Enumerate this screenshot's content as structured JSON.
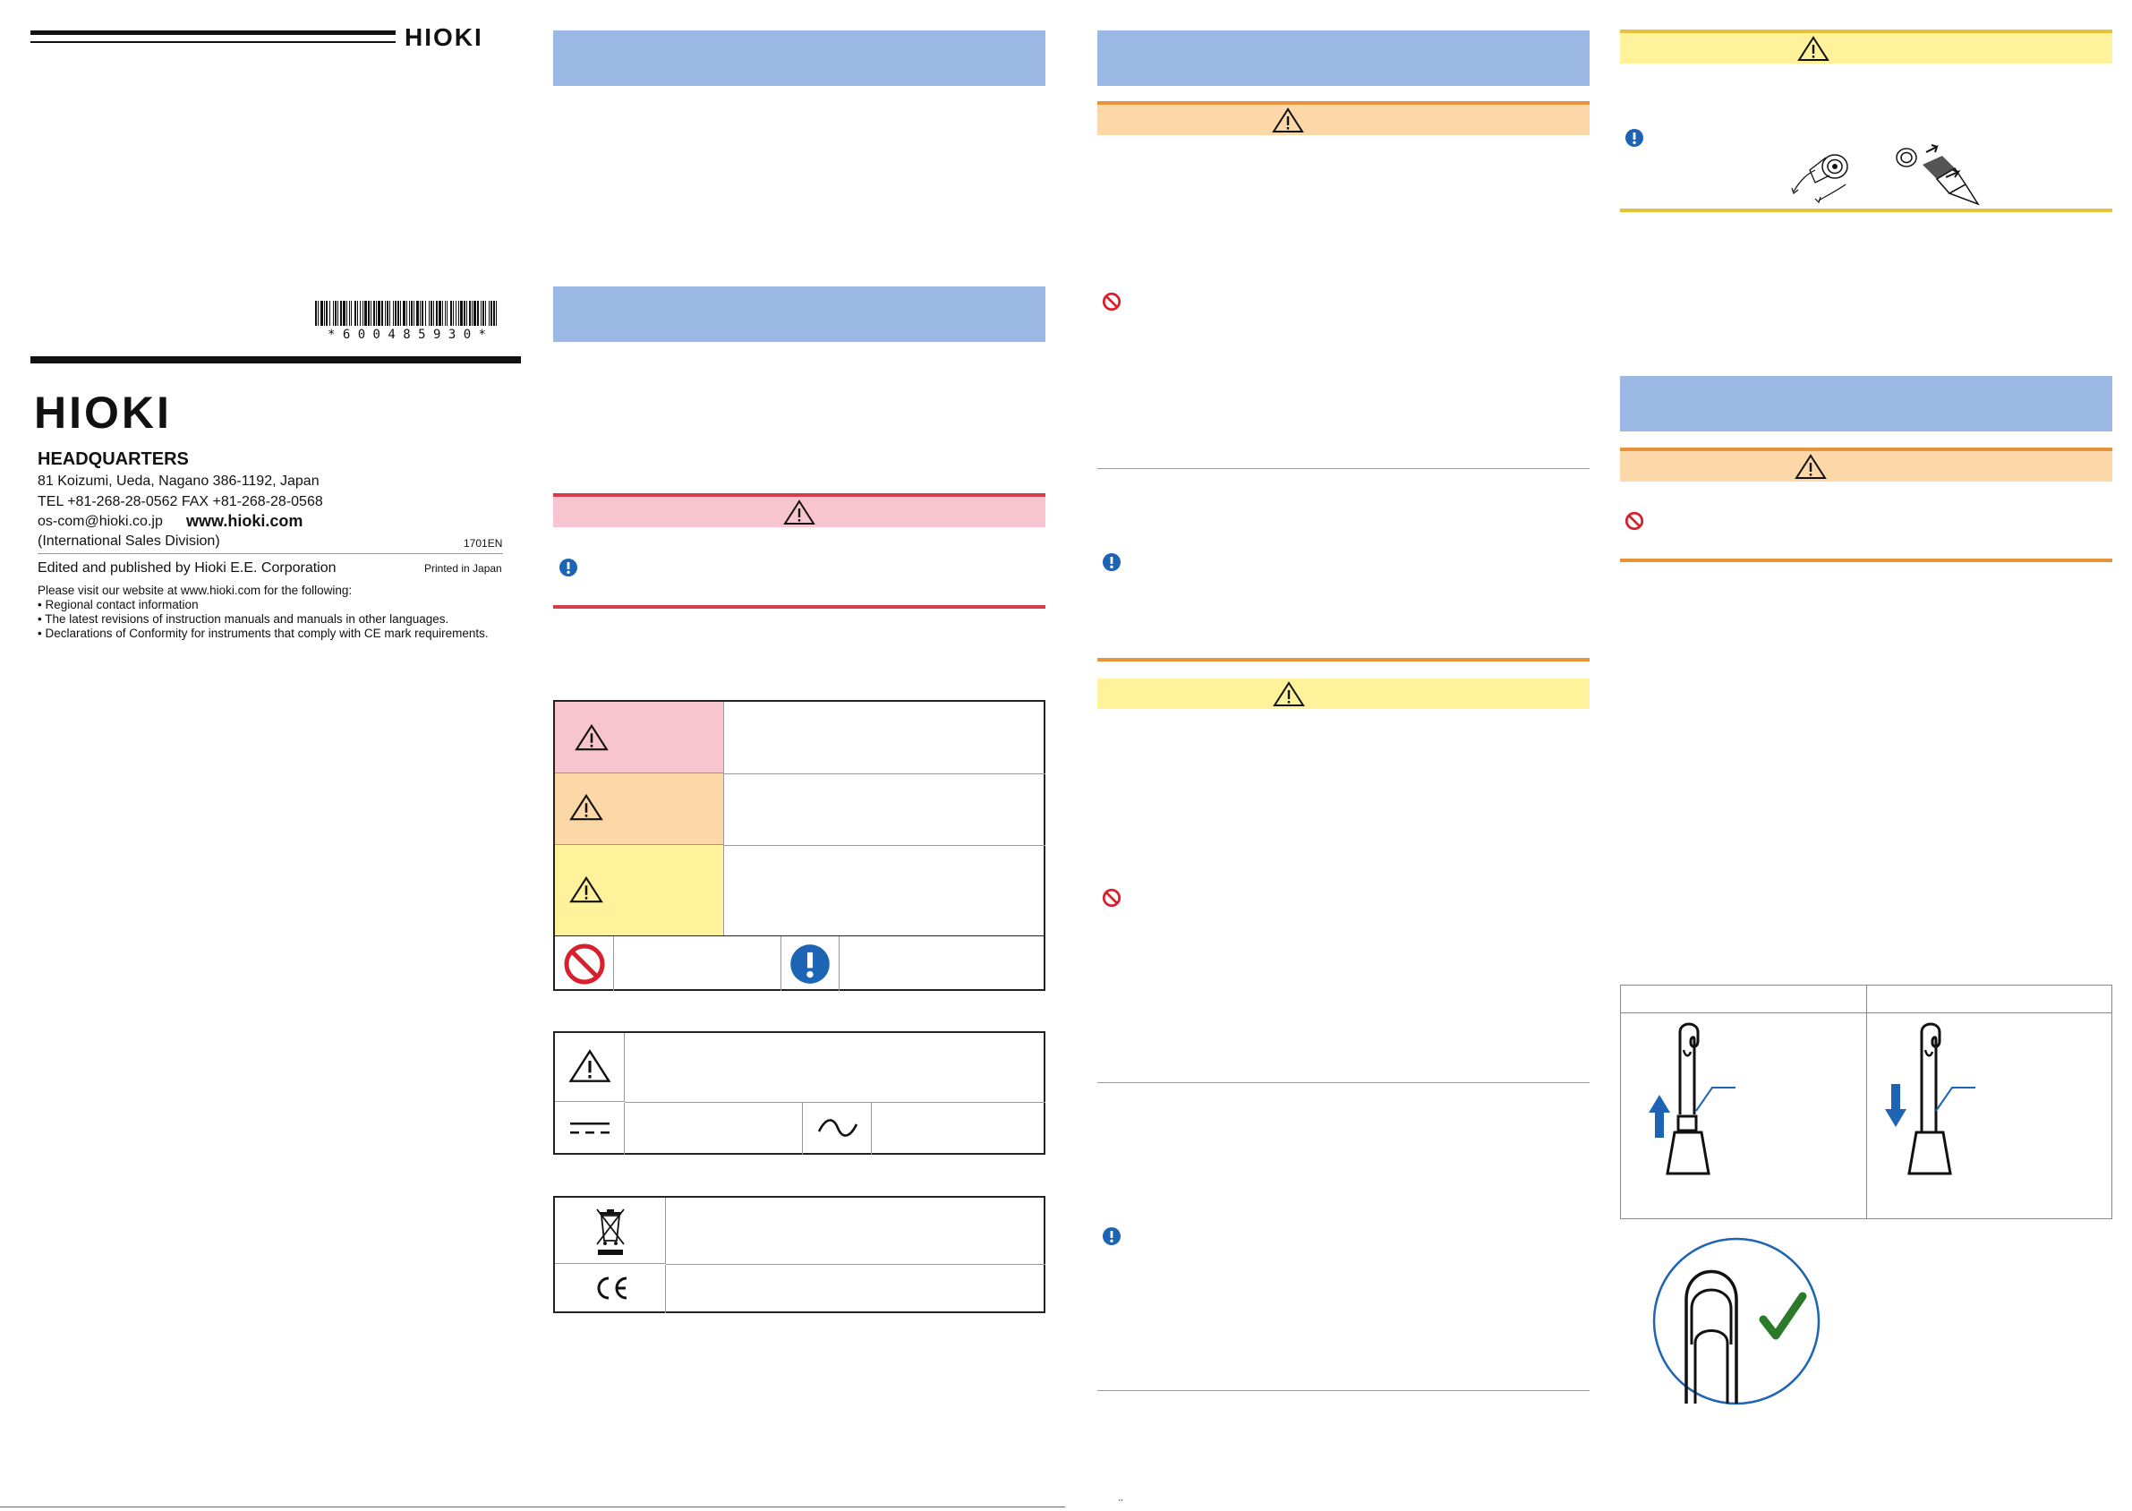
{
  "brand": {
    "logo_small": "HIOKI",
    "logo_large": "HIOKI"
  },
  "barcode": {
    "digits": "* 6 0 0 4 8 5 9 3 0 *"
  },
  "company": {
    "hq_title": "HEADQUARTERS",
    "address": "81 Koizumi, Ueda, Nagano 386-1192, Japan",
    "tel_fax": "TEL +81-268-28-0562  FAX +81-268-28-0568",
    "email": "os-com@hioki.co.jp",
    "website": "www.hioki.com",
    "division": "(International Sales Division)",
    "doc_code": "1701EN",
    "publisher": "Edited and published by Hioki E.E. Corporation",
    "printed": "Printed in Japan",
    "visit_intro": "Please visit our website at www.hioki.com for the following:",
    "visit_items": [
      "• Regional contact information",
      "• The latest revisions of instruction manuals and manuals in other languages.",
      "• Declarations of Conformity for instruments that comply with CE mark requirements."
    ]
  },
  "colors": {
    "section_blue": "#9bb7e4",
    "danger_pink": "#f8c4d0",
    "warning_orange": "#fcd8a8",
    "caution_yellow": "#fff29a",
    "danger_line": "#d83a4c",
    "warning_line": "#e8923a",
    "caution_line": "#e6c23a",
    "icon_blue": "#1e64b4",
    "icon_red": "#d8202c",
    "check_green": "#2a7a2a"
  },
  "icons": {
    "warning": "warning-triangle-icon",
    "prohibited": "prohibited-icon",
    "mandatory": "mandatory-icon",
    "dc": "dc-symbol-icon",
    "ac": "ac-symbol-icon",
    "weee": "weee-bin-icon",
    "ce": "ce-mark-icon"
  },
  "footer": {
    "mark": "¨"
  }
}
